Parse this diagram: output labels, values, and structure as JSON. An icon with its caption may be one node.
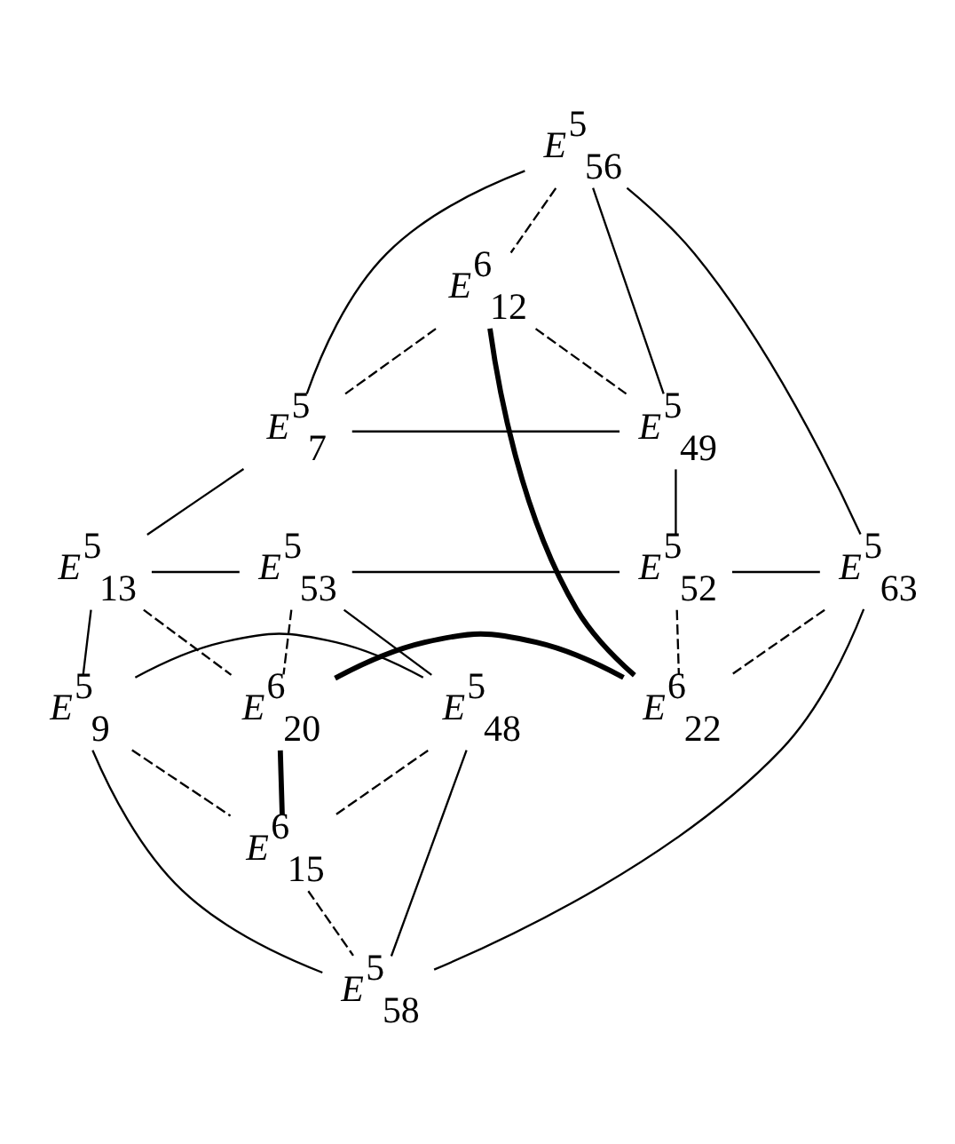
{
  "diagram": {
    "nodes": [
      {
        "text": [
          "E$^{5}$$_{56}$"
        ]
      },
      {
        "text": [
          "E$^{6}$$_{12}$"
        ]
      },
      {
        "text": [
          "E$^{5}$$_{7}$"
        ]
      },
      {
        "text": [
          "E$^{5}$$_{49}$"
        ]
      },
      {
        "text": [
          "E$^{5}$$_{13}$"
        ]
      },
      {
        "text": [
          "E$^{5}$$_{53}$"
        ]
      },
      {
        "text": [
          "E$^{5}$$_{52}$"
        ]
      },
      {
        "text": [
          "E$^{5}$$_{63}$"
        ]
      },
      {
        "text": [
          "E$^{6}$$_{20}$"
        ]
      },
      {
        "text": [
          "E$^{6}$$_{22}$"
        ]
      },
      {
        "text": [
          "E$^{5}$$_{9}$"
        ]
      },
      {
        "text": [
          "E$^{5}$$_{48}$"
        ]
      },
      {
        "text": [
          "E$^{6}$$_{15}$"
        ]
      },
      {
        "text": [
          "E$^{5}$$_{58}$"
        ]
      }
    ],
    "edges": [
      {
        "from": 0,
        "to": 1,
        "arrow": "none",
        "style": "dashed"
      },
      {
        "from": 0,
        "to": 2,
        "arrow": "none"
      },
      {
        "from": 0,
        "to": 3,
        "arrow": "none"
      },
      {
        "from": 0,
        "to": 7,
        "arrow": "none"
      },
      {
        "from": 1,
        "to": 2,
        "arrow": "none",
        "style": "dashed"
      },
      {
        "from": 1,
        "to": 3,
        "arrow": "none",
        "style": "dashed"
      },
      {
        "from": 1,
        "to": 9,
        "arrow": "none",
        "style": "thick"
      },
      {
        "from": 2,
        "to": 3,
        "arrow": "none"
      },
      {
        "from": 2,
        "to": 4,
        "arrow": "none"
      },
      {
        "from": 3,
        "to": 6,
        "arrow": "none"
      },
      {
        "from": 4,
        "to": 5,
        "arrow": "none"
      },
      {
        "from": 5,
        "to": 6,
        "arrow": "none"
      },
      {
        "from": 6,
        "to": 7,
        "arrow": "none"
      },
      {
        "from": 4,
        "to": 8,
        "arrow": "none",
        "style": "dashed"
      },
      {
        "from": 5,
        "to": 8,
        "arrow": "none",
        "style": "dashed"
      },
      {
        "from": 6,
        "to": 9,
        "arrow": "none",
        "style": "dashed"
      },
      {
        "from": 7,
        "to": 9,
        "arrow": "none",
        "style": "dashed"
      },
      {
        "from": 8,
        "to": 9,
        "arrow": "none",
        "style": "thick"
      },
      {
        "from": 4,
        "to": 10,
        "arrow": "none"
      },
      {
        "from": 5,
        "to": 11,
        "arrow": "none"
      },
      {
        "from": 8,
        "to": 12,
        "arrow": "none",
        "style": "thick"
      },
      {
        "from": 10,
        "to": 11,
        "arrow": "none"
      },
      {
        "from": 10,
        "to": 12,
        "arrow": "none",
        "style": "dashed"
      },
      {
        "from": 11,
        "to": 12,
        "arrow": "none",
        "style": "dashed"
      },
      {
        "from": 10,
        "to": 13,
        "arrow": "none"
      },
      {
        "from": 11,
        "to": 13,
        "arrow": "none"
      },
      {
        "from": 12,
        "to": 13,
        "arrow": "none",
        "style": "dashed"
      },
      {
        "from": 7,
        "to": 13,
        "arrow": "none"
      }
    ]
  }
}
